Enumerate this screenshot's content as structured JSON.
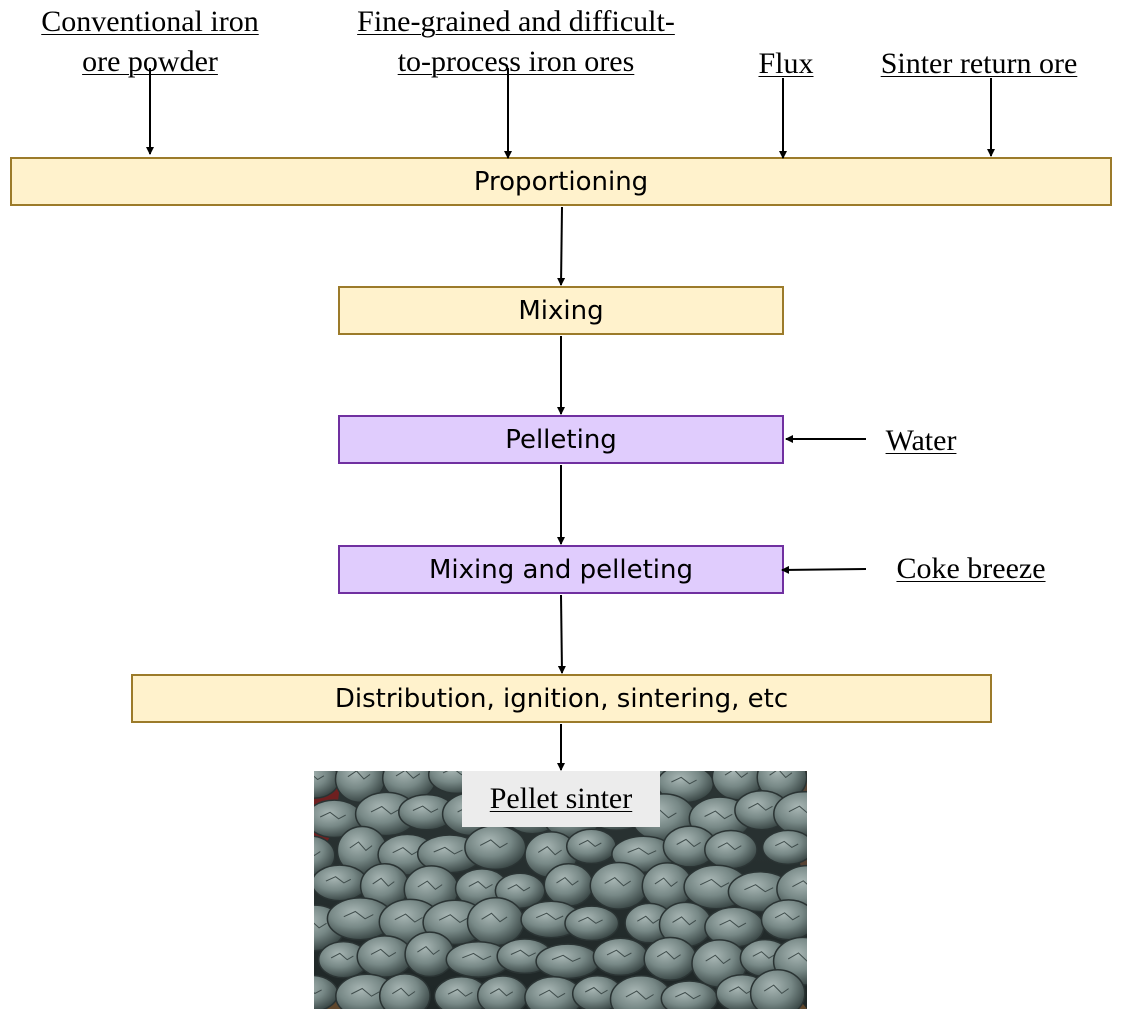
{
  "inputs": {
    "conventional_line1": "Conventional iron",
    "conventional_line2": "ore powder",
    "fine_line1": "Fine-grained and difficult-",
    "fine_line2": "to-process iron ores",
    "flux": "Flux",
    "sinter_return": "Sinter return ore",
    "water": "Water",
    "coke": "Coke breeze"
  },
  "steps": {
    "proportioning": "Proportioning",
    "mixing": "Mixing",
    "pelleting": "Pelleting",
    "mixing_pelleting": "Mixing and pelleting",
    "distribution": "Distribution, ignition, sintering, etc"
  },
  "output": {
    "caption": "Pellet sinter"
  },
  "colors": {
    "tan_fill": "#fff2cc",
    "tan_border": "#9c7b2a",
    "purple_fill": "#e0ccfd",
    "purple_border": "#7030a0"
  }
}
